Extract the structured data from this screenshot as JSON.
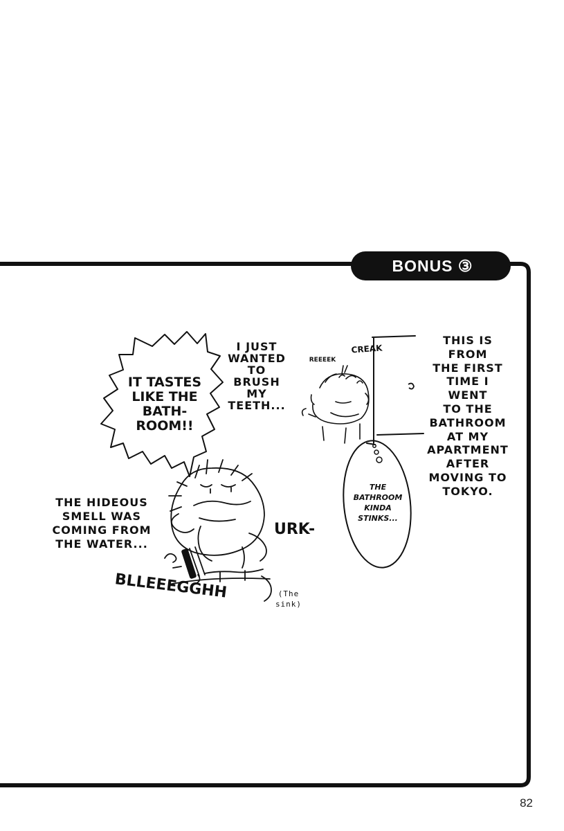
{
  "header": {
    "bonus_label": "BONUS ③"
  },
  "bubbles": {
    "tastes": "IT TASTES\nLIKE THE\nBATH-\nROOM!!",
    "thought": "THE\nBATHROOM\nKINDA\nSTINKS..."
  },
  "narration": {
    "brush": "I JUST\nWANTED\nTO\nBRUSH\nMY\nTEETH...",
    "first_time": "THIS IS\nFROM\nTHE FIRST\nTIME I\nWENT\nTO THE\nBATHROOM\nAT MY\nAPARTMENT\nAFTER\nMOVING TO\nTOKYO.",
    "smell": "THE HIDEOUS\nSMELL WAS\nCOMING FROM\nTHE WATER..."
  },
  "sfx": {
    "reeeek": "REEEEK",
    "creak": "CREAK",
    "urk": "URK-",
    "bleegh": "BLLEEEGGHH"
  },
  "annotation": {
    "sink": "(The\nsink)"
  },
  "footer": {
    "page_number": "82"
  }
}
